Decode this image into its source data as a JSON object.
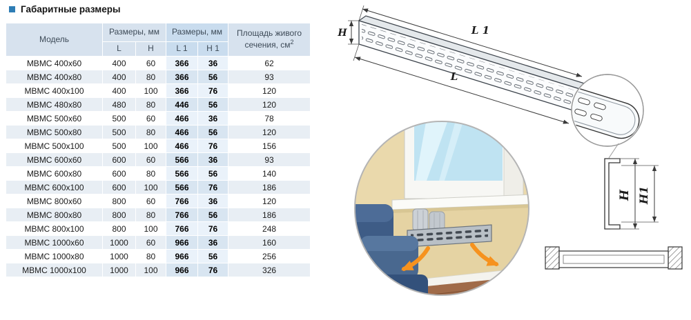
{
  "header": {
    "title": "Габаритные размеры"
  },
  "table": {
    "col_model": "Модель",
    "col_dims_lh": "Размеры, мм",
    "col_dims_l1h1": "Размеры, мм",
    "col_area": "Площадь живого сечения, см",
    "col_area_sup": "2",
    "sub_l": "L",
    "sub_h": "H",
    "sub_l1": "L 1",
    "sub_h1": "H 1",
    "rows": [
      {
        "model": "МВМС 400x60",
        "l": "400",
        "h": "60",
        "l1": "366",
        "h1": "36",
        "area": "62"
      },
      {
        "model": "МВМС 400x80",
        "l": "400",
        "h": "80",
        "l1": "366",
        "h1": "56",
        "area": "93"
      },
      {
        "model": "МВМС 400x100",
        "l": "400",
        "h": "100",
        "l1": "366",
        "h1": "76",
        "area": "120"
      },
      {
        "model": "МВМС 480x80",
        "l": "480",
        "h": "80",
        "l1": "446",
        "h1": "56",
        "area": "120"
      },
      {
        "model": "МВМС 500x60",
        "l": "500",
        "h": "60",
        "l1": "466",
        "h1": "36",
        "area": "78"
      },
      {
        "model": "МВМС 500x80",
        "l": "500",
        "h": "80",
        "l1": "466",
        "h1": "56",
        "area": "120"
      },
      {
        "model": "МВМС 500x100",
        "l": "500",
        "h": "100",
        "l1": "466",
        "h1": "76",
        "area": "156"
      },
      {
        "model": "МВМС 600x60",
        "l": "600",
        "h": "60",
        "l1": "566",
        "h1": "36",
        "area": "93"
      },
      {
        "model": "МВМС 600x80",
        "l": "600",
        "h": "80",
        "l1": "566",
        "h1": "56",
        "area": "140"
      },
      {
        "model": "МВМС 600x100",
        "l": "600",
        "h": "100",
        "l1": "566",
        "h1": "76",
        "area": "186"
      },
      {
        "model": "МВМС 800x60",
        "l": "800",
        "h": "60",
        "l1": "766",
        "h1": "36",
        "area": "120"
      },
      {
        "model": "МВМС 800x80",
        "l": "800",
        "h": "80",
        "l1": "766",
        "h1": "56",
        "area": "186"
      },
      {
        "model": "МВМС 800x100",
        "l": "800",
        "h": "100",
        "l1": "766",
        "h1": "76",
        "area": "248"
      },
      {
        "model": "МВМС 1000x60",
        "l": "1000",
        "h": "60",
        "l1": "966",
        "h1": "36",
        "area": "160"
      },
      {
        "model": "МВМС 1000x80",
        "l": "1000",
        "h": "80",
        "l1": "966",
        "h1": "56",
        "area": "256"
      },
      {
        "model": "МВМС 1000x100",
        "l": "1000",
        "h": "100",
        "l1": "966",
        "h1": "76",
        "area": "326"
      }
    ]
  },
  "drawing": {
    "label_l1": "L 1",
    "label_l": "L",
    "label_h": "H",
    "profile_h": "H",
    "profile_h1": "H1"
  },
  "colors": {
    "accent_blue": "#2e7db5",
    "header_bg": "#d7e2ee",
    "header_bg_highlight": "#c9dcee",
    "row_alt_bg": "#e8eef4",
    "highlight_cell_bg": "#d8e5f1",
    "flow_arrow_orange": "#f6921e",
    "sofa_blue": "#3e5c86"
  }
}
